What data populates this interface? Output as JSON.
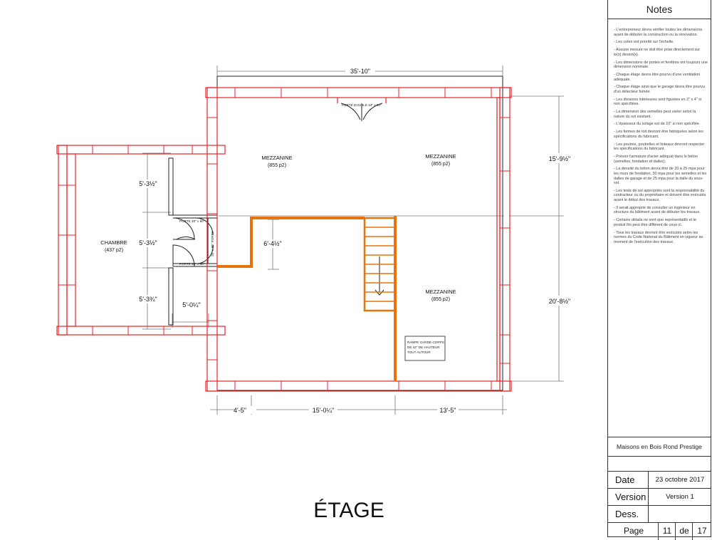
{
  "sheet_title": "ÉTAGE",
  "rooms": {
    "mezz_1_name": "MEZZANINE",
    "mezz_1_area": "(855 p2)",
    "mezz_2_name": "MEZZANINE",
    "mezz_2_area": "(855 p2)",
    "mezz_3_name": "MEZZANINE",
    "mezz_3_area": "(855 p2)",
    "chambre_name": "CHAMBRE",
    "chambre_area": "(437 p2)"
  },
  "labels": {
    "porte_double": "PORTE DOUBLE 34\" x 80\"",
    "porte_1": "PORTE 30\" x 80\"",
    "porte_2": "PORTE 30\" x 80\"",
    "porte_vertical": "28\" x 80\" PORTE",
    "rampe_1": "RAMPE GARDE-CORPS",
    "rampe_2": "DE 42\" DE HAUTEUR",
    "rampe_3": "TOUT AUTOUR"
  },
  "dimensions": {
    "overall_top": "35'-10\"",
    "right_upper": "15'-9½\"",
    "right_lower": "20'-8½\"",
    "bottom_left": "4'-5\"",
    "bottom_mid": "15'-0¼\"",
    "bottom_right": "13'-5\"",
    "left_upper": "5'-3½\"",
    "left_mid": "5'-3½\"",
    "left_lower": "5'-3¾\"",
    "closet": "5'-0¼\"",
    "stair_opening": "6'-4½\""
  },
  "notes": {
    "heading": "Notes",
    "items": [
      "- L'entrepreneur devra vérifier toutes les dimensions avant de débuter la construction ou la rénovation.",
      "- Les cotes ont priorité sur l'échelle.",
      "- Aucune mesure ne doit être prise directement sur le(s) dessin(s).",
      "- Les dimensions de portes et fenêtres ont toujours une dimension nominale.",
      "- Chaque étage devra être pourvu d'une ventilation adéquate.",
      "- Chaque étage ainsi que le garage devra être pourvu d'un détecteur fumée.",
      "- Les divisions intérieures sont figurées en 2\" x 4\" si non spécifiées.",
      "- La dimension des semelles peut varier selon la nature du sol existant.",
      "- L'épaisseur du solage est de 10\" si non spécifiée.",
      "- Les fermes de toit devront être fabriquées selon les spécifications du fabricant.",
      "- Les poutres, poutrelles et linteaux devront respecter les spécifications du fabricant.",
      "- Prévoir l'armature d'acier adéquat dans le béton (semelles, fondation et dalles).",
      "- La densité du béton devra être de 20 à 25 mpa pour les murs de fondation, 30 mpa pour les semelles et les dalles de garage et de 25 mpa pour la dalle du sous-sol.",
      "- Les tests de sol appropriés sont la responsabilité du contracteur ou du propriétaire et doivent être exécutés avant le début des travaux.",
      "- Il serait approprié de consulter un ingénieur en structure du bâtiment avant de débuter les travaux.",
      "- Certains détails ne sont que représentatifs et le produit fini peut être différent de ceux-ci.",
      "- Tous les travaux devront être exécutés selon les normes du Code National du Bâtiment en vigueur au moment de l'exécution des travaux."
    ]
  },
  "title_block": {
    "company": "Maisons en Bois Rond Prestige",
    "date_label": "Date",
    "date_value": "23 octobre 2017",
    "version_label": "Version",
    "version_value": "Version 1",
    "dess_label": "Dess.",
    "dess_value": "",
    "page_label": "Page",
    "page_number": "11",
    "page_of": "de",
    "page_total": "17"
  },
  "colors": {
    "log_walls": "#e8232a",
    "railing": "#e8720c",
    "lines": "#222222",
    "dims": "#555555"
  }
}
